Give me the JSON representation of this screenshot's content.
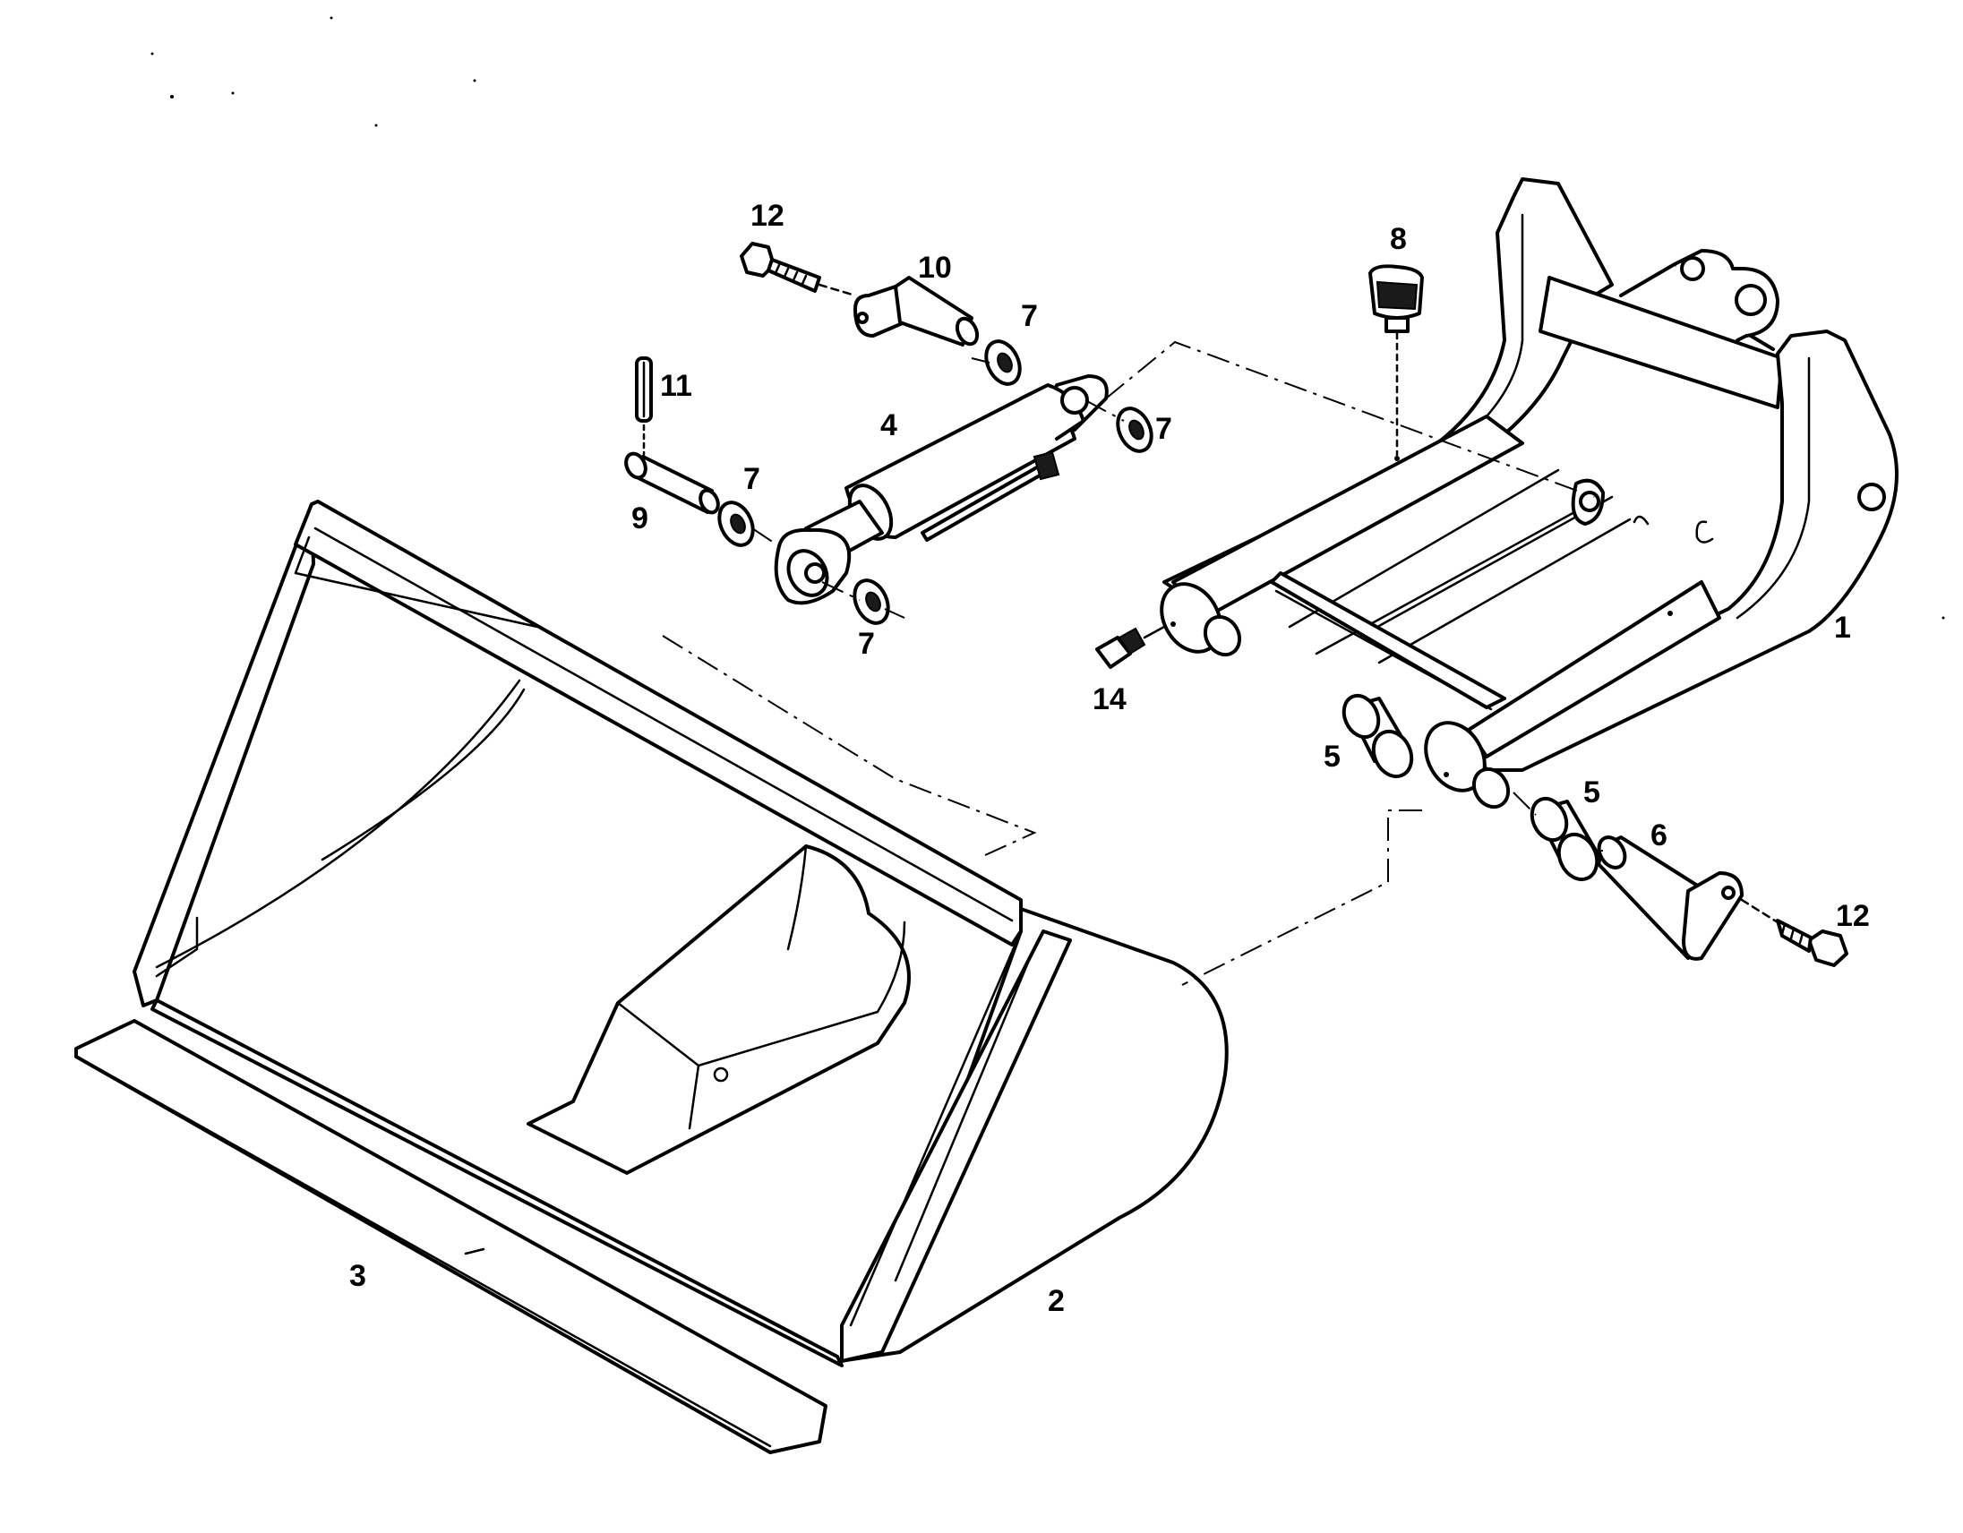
{
  "callouts": {
    "c1": "1",
    "c2": "2",
    "c3": "3",
    "c4": "4",
    "c5a": "5",
    "c5b": "5",
    "c6": "6",
    "c7a": "7",
    "c7b": "7",
    "c7c": "7",
    "c7d": "7",
    "c8": "8",
    "c9": "9",
    "c10": "10",
    "c11": "11",
    "c12a": "12",
    "c12b": "12",
    "c14": "14"
  },
  "colors": {
    "line": "#000000",
    "background": "#ffffff"
  }
}
